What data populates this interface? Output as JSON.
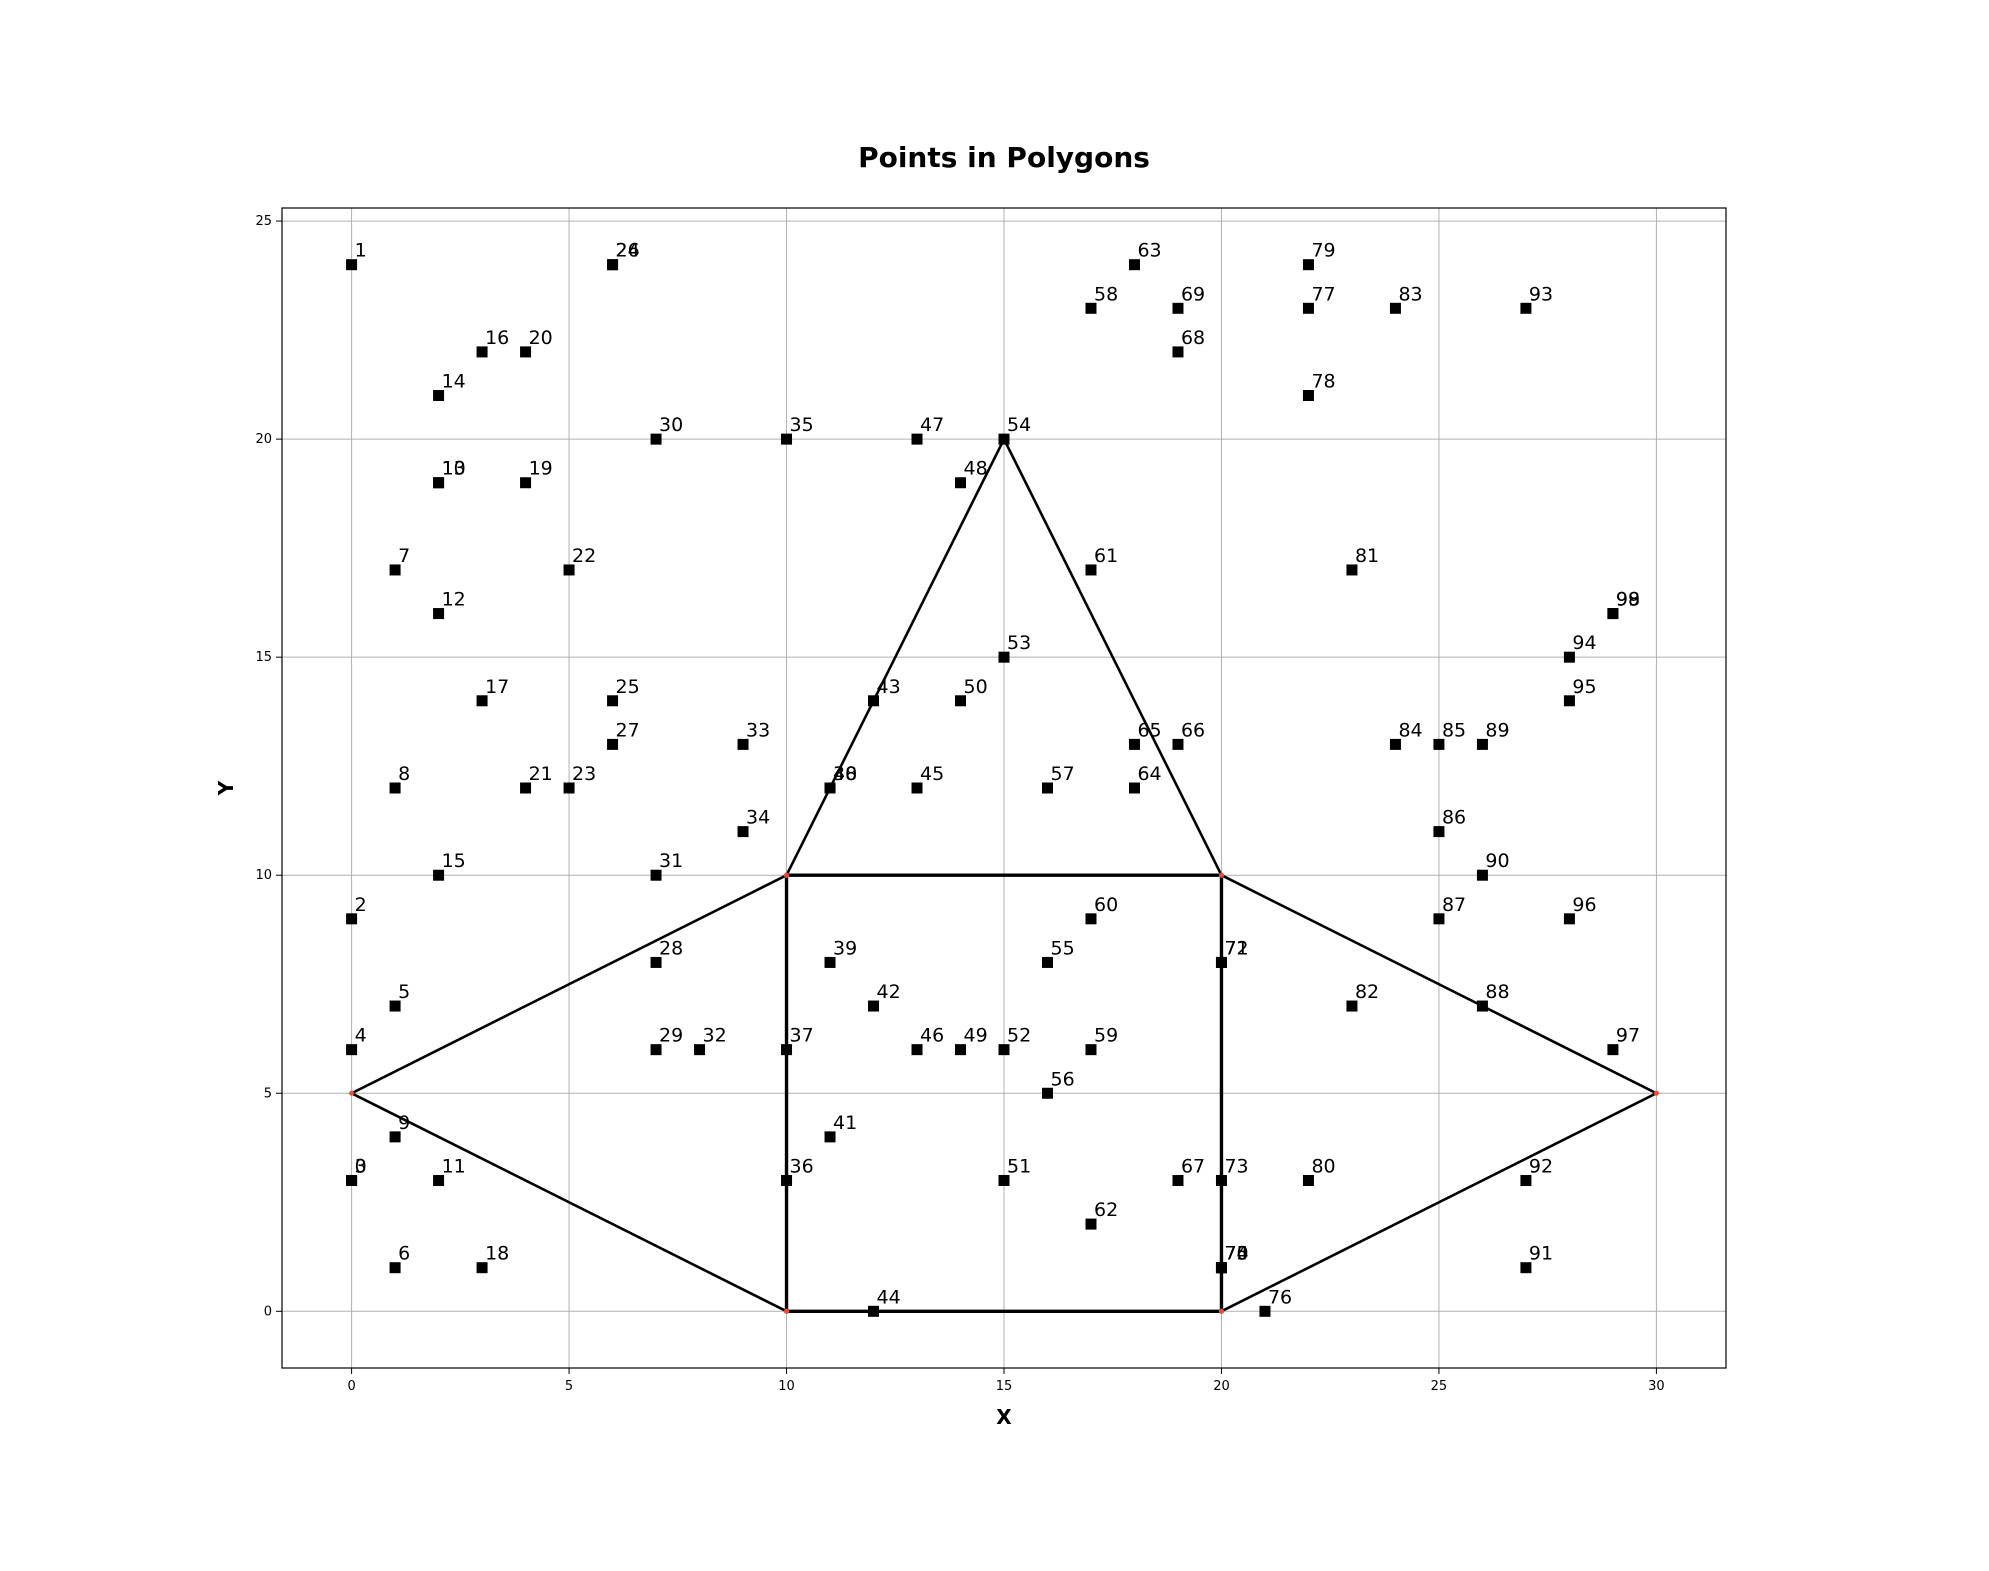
{
  "chart_data": {
    "type": "scatter",
    "title": "Points in Polygons",
    "xlabel": "X",
    "ylabel": "Y",
    "xlim": [
      -1.6,
      31.6
    ],
    "ylim": [
      -1.3,
      25.3
    ],
    "xticks": [
      0,
      5,
      10,
      15,
      20,
      25,
      30
    ],
    "yticks": [
      0,
      5,
      10,
      15,
      20,
      25
    ],
    "grid": true,
    "legend": "none",
    "marker": "square",
    "marker_color": "#000000",
    "polygon_vertex_color": "#e74c3c",
    "polygons": [
      [
        [
          10,
          0
        ],
        [
          20,
          0
        ],
        [
          20,
          10
        ],
        [
          10,
          10
        ]
      ],
      [
        [
          10,
          10
        ],
        [
          15,
          20
        ],
        [
          20,
          10
        ]
      ],
      [
        [
          0,
          5
        ],
        [
          10,
          10
        ],
        [
          10,
          0
        ]
      ],
      [
        [
          20,
          10
        ],
        [
          30,
          5
        ],
        [
          20,
          0
        ]
      ]
    ],
    "points": [
      {
        "id": "0",
        "x": 0,
        "y": 3
      },
      {
        "id": "1",
        "x": 0,
        "y": 24
      },
      {
        "id": "2",
        "x": 0,
        "y": 9
      },
      {
        "id": "3",
        "x": 0,
        "y": 3
      },
      {
        "id": "4",
        "x": 0,
        "y": 6
      },
      {
        "id": "5",
        "x": 1,
        "y": 7
      },
      {
        "id": "6",
        "x": 1,
        "y": 1
      },
      {
        "id": "7",
        "x": 1,
        "y": 17
      },
      {
        "id": "8",
        "x": 1,
        "y": 12
      },
      {
        "id": "9",
        "x": 1,
        "y": 4
      },
      {
        "id": "10",
        "x": 2,
        "y": 19
      },
      {
        "id": "11",
        "x": 2,
        "y": 3
      },
      {
        "id": "12",
        "x": 2,
        "y": 16
      },
      {
        "id": "13",
        "x": 2,
        "y": 19
      },
      {
        "id": "14",
        "x": 2,
        "y": 21
      },
      {
        "id": "15",
        "x": 2,
        "y": 10
      },
      {
        "id": "16",
        "x": 3,
        "y": 22
      },
      {
        "id": "17",
        "x": 3,
        "y": 14
      },
      {
        "id": "18",
        "x": 3,
        "y": 1
      },
      {
        "id": "19",
        "x": 4,
        "y": 19
      },
      {
        "id": "20",
        "x": 4,
        "y": 22
      },
      {
        "id": "21",
        "x": 4,
        "y": 12
      },
      {
        "id": "22",
        "x": 5,
        "y": 17
      },
      {
        "id": "23",
        "x": 5,
        "y": 12
      },
      {
        "id": "24",
        "x": 6,
        "y": 24
      },
      {
        "id": "25",
        "x": 6,
        "y": 14
      },
      {
        "id": "26",
        "x": 6,
        "y": 24
      },
      {
        "id": "27",
        "x": 6,
        "y": 13
      },
      {
        "id": "28",
        "x": 7,
        "y": 8
      },
      {
        "id": "29",
        "x": 7,
        "y": 6
      },
      {
        "id": "30",
        "x": 7,
        "y": 20
      },
      {
        "id": "31",
        "x": 7,
        "y": 10
      },
      {
        "id": "32",
        "x": 8,
        "y": 6
      },
      {
        "id": "33",
        "x": 9,
        "y": 13
      },
      {
        "id": "34",
        "x": 9,
        "y": 11
      },
      {
        "id": "35",
        "x": 10,
        "y": 20
      },
      {
        "id": "36",
        "x": 10,
        "y": 3
      },
      {
        "id": "37",
        "x": 10,
        "y": 6
      },
      {
        "id": "38",
        "x": 11,
        "y": 12
      },
      {
        "id": "39",
        "x": 11,
        "y": 8
      },
      {
        "id": "40",
        "x": 11,
        "y": 12
      },
      {
        "id": "41",
        "x": 11,
        "y": 4
      },
      {
        "id": "42",
        "x": 12,
        "y": 7
      },
      {
        "id": "43",
        "x": 12,
        "y": 14
      },
      {
        "id": "44",
        "x": 12,
        "y": 0
      },
      {
        "id": "45",
        "x": 13,
        "y": 12
      },
      {
        "id": "46",
        "x": 13,
        "y": 6
      },
      {
        "id": "47",
        "x": 13,
        "y": 20
      },
      {
        "id": "48",
        "x": 14,
        "y": 19
      },
      {
        "id": "49",
        "x": 14,
        "y": 6
      },
      {
        "id": "50",
        "x": 14,
        "y": 14
      },
      {
        "id": "51",
        "x": 15,
        "y": 3
      },
      {
        "id": "52",
        "x": 15,
        "y": 6
      },
      {
        "id": "53",
        "x": 15,
        "y": 15
      },
      {
        "id": "54",
        "x": 15,
        "y": 20
      },
      {
        "id": "55",
        "x": 16,
        "y": 8
      },
      {
        "id": "56",
        "x": 16,
        "y": 5
      },
      {
        "id": "57",
        "x": 16,
        "y": 12
      },
      {
        "id": "58",
        "x": 17,
        "y": 23
      },
      {
        "id": "59",
        "x": 17,
        "y": 6
      },
      {
        "id": "60",
        "x": 17,
        "y": 9
      },
      {
        "id": "61",
        "x": 17,
        "y": 17
      },
      {
        "id": "62",
        "x": 17,
        "y": 2
      },
      {
        "id": "63",
        "x": 18,
        "y": 24
      },
      {
        "id": "64",
        "x": 18,
        "y": 12
      },
      {
        "id": "65",
        "x": 18,
        "y": 13
      },
      {
        "id": "66",
        "x": 19,
        "y": 13
      },
      {
        "id": "67",
        "x": 19,
        "y": 3
      },
      {
        "id": "68",
        "x": 19,
        "y": 22
      },
      {
        "id": "69",
        "x": 19,
        "y": 23
      },
      {
        "id": "70",
        "x": 20,
        "y": 1
      },
      {
        "id": "71",
        "x": 20,
        "y": 8
      },
      {
        "id": "72",
        "x": 20,
        "y": 8
      },
      {
        "id": "73",
        "x": 20,
        "y": 3
      },
      {
        "id": "74",
        "x": 20,
        "y": 1
      },
      {
        "id": "75",
        "x": 20,
        "y": 1
      },
      {
        "id": "76",
        "x": 21,
        "y": 0
      },
      {
        "id": "77",
        "x": 22,
        "y": 23
      },
      {
        "id": "78",
        "x": 22,
        "y": 21
      },
      {
        "id": "79",
        "x": 22,
        "y": 24
      },
      {
        "id": "80",
        "x": 22,
        "y": 3
      },
      {
        "id": "81",
        "x": 23,
        "y": 17
      },
      {
        "id": "82",
        "x": 23,
        "y": 7
      },
      {
        "id": "83",
        "x": 24,
        "y": 23
      },
      {
        "id": "84",
        "x": 24,
        "y": 13
      },
      {
        "id": "85",
        "x": 25,
        "y": 13
      },
      {
        "id": "86",
        "x": 25,
        "y": 11
      },
      {
        "id": "87",
        "x": 25,
        "y": 9
      },
      {
        "id": "88",
        "x": 26,
        "y": 7
      },
      {
        "id": "89",
        "x": 26,
        "y": 13
      },
      {
        "id": "90",
        "x": 26,
        "y": 10
      },
      {
        "id": "91",
        "x": 27,
        "y": 1
      },
      {
        "id": "92",
        "x": 27,
        "y": 3
      },
      {
        "id": "93",
        "x": 27,
        "y": 23
      },
      {
        "id": "94",
        "x": 28,
        "y": 15
      },
      {
        "id": "95",
        "x": 28,
        "y": 14
      },
      {
        "id": "96",
        "x": 28,
        "y": 9
      },
      {
        "id": "97",
        "x": 29,
        "y": 6
      },
      {
        "id": "98",
        "x": 29,
        "y": 16
      },
      {
        "id": "99",
        "x": 29,
        "y": 16
      }
    ]
  }
}
